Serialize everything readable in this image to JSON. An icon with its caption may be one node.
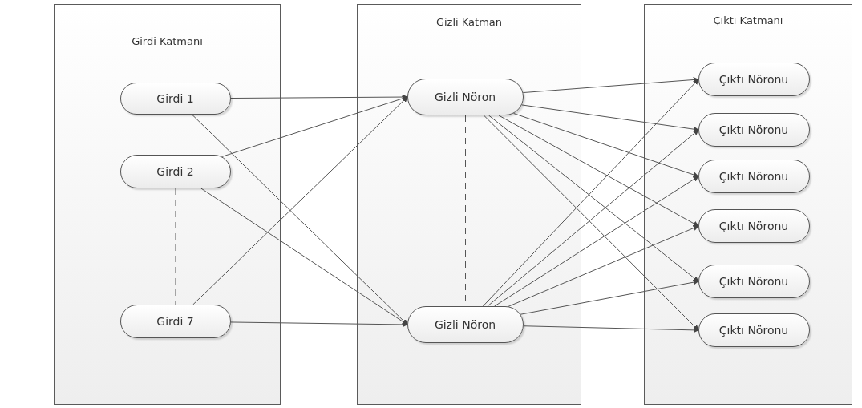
{
  "diagram": {
    "nodes": [
      {
        "text": [
          "Girdi Katmanı"
        ]
      },
      {
        "text": [
          "Girdi 1"
        ],
        "in": 0
      },
      {
        "text": [
          "Girdi 2"
        ],
        "in": 0
      },
      {
        "text": [
          "Girdi 7"
        ],
        "in": 0
      },
      {
        "text": [
          "Gizli Katman"
        ]
      },
      {
        "text": [
          "Gizli Nöron"
        ],
        "in": 4
      },
      {
        "text": [
          "Gizli Nöron"
        ],
        "in": 4
      },
      {
        "text": [
          "Çıktı Katmanı"
        ]
      },
      {
        "text": [
          "Çıktı Nöronu"
        ],
        "in": 7
      },
      {
        "text": [
          "Çıktı Nöronu"
        ],
        "in": 7
      },
      {
        "text": [
          "Çıktı Nöronu"
        ],
        "in": 7
      },
      {
        "text": [
          "Çıktı Nöronu"
        ],
        "in": 7
      },
      {
        "text": [
          "Çıktı Nöronu"
        ],
        "in": 7
      },
      {
        "text": [
          "Çıktı Nöronu"
        ],
        "in": 7
      }
    ],
    "edges": [
      {
        "from": 1,
        "to": 5,
        "arrow": "to"
      },
      {
        "from": 1,
        "to": 6,
        "arrow": "to"
      },
      {
        "from": 2,
        "to": 5,
        "arrow": "to"
      },
      {
        "from": 2,
        "to": 6,
        "arrow": "to"
      },
      {
        "from": 3,
        "to": 5,
        "arrow": "to"
      },
      {
        "from": 3,
        "to": 6,
        "arrow": "to"
      },
      {
        "from": 2,
        "to": 3,
        "arrow": "none",
        "style": "dashed"
      },
      {
        "from": 5,
        "to": 6,
        "arrow": "none",
        "style": "dashed"
      },
      {
        "from": 5,
        "to": 8,
        "arrow": "to"
      },
      {
        "from": 5,
        "to": 9,
        "arrow": "to"
      },
      {
        "from": 5,
        "to": 10,
        "arrow": "to"
      },
      {
        "from": 5,
        "to": 11,
        "arrow": "to"
      },
      {
        "from": 5,
        "to": 12,
        "arrow": "to"
      },
      {
        "from": 5,
        "to": 13,
        "arrow": "to"
      },
      {
        "from": 6,
        "to": 8,
        "arrow": "to"
      },
      {
        "from": 6,
        "to": 9,
        "arrow": "to"
      },
      {
        "from": 6,
        "to": 10,
        "arrow": "to"
      },
      {
        "from": 6,
        "to": 11,
        "arrow": "to"
      },
      {
        "from": 6,
        "to": 12,
        "arrow": "to"
      },
      {
        "from": 6,
        "to": 13,
        "arrow": "to"
      }
    ]
  }
}
